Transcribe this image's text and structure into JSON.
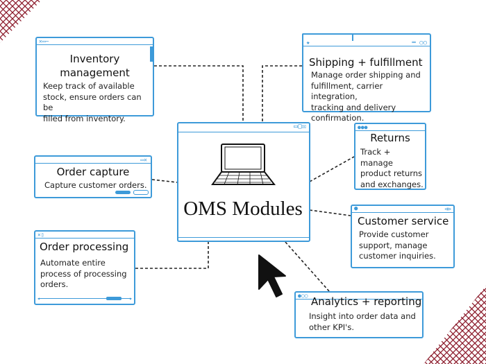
{
  "center": {
    "title": "OMS Modules",
    "icon": "laptop-icon"
  },
  "modules": [
    {
      "id": "inventory",
      "title": "Inventory\nmanagement",
      "description": "Keep track of available\nstock, ensure orders can be\nfilled from inventory."
    },
    {
      "id": "shipping",
      "title": "Shipping + fulfillment",
      "description": "Manage order shipping and\nfulfillment, carrier integration,\ntracking and delivery\nconfirmation."
    },
    {
      "id": "returns",
      "title": "Returns",
      "description": "Track + manage\nproduct returns\nand exchanges."
    },
    {
      "id": "order-capture",
      "title": "Order capture",
      "description": "Capture customer orders."
    },
    {
      "id": "customer-service",
      "title": "Customer service",
      "description": "Provide customer\nsupport, manage\ncustomer inquiries."
    },
    {
      "id": "order-processing",
      "title": "Order processing",
      "description": "Automate entire\nprocess of processing\norders."
    },
    {
      "id": "analytics",
      "title": "Analytics + reporting",
      "description": "Insight into order data and\nother KPI's."
    }
  ],
  "colors": {
    "window_border": "#3d9ad9",
    "accent": "#3d9ad9",
    "cross_hatch": "#8b1a2a",
    "line": "#222222"
  },
  "decorations": {
    "cursor": "cursor-arrow-icon",
    "corner_pattern": "crosshatch-pattern"
  }
}
